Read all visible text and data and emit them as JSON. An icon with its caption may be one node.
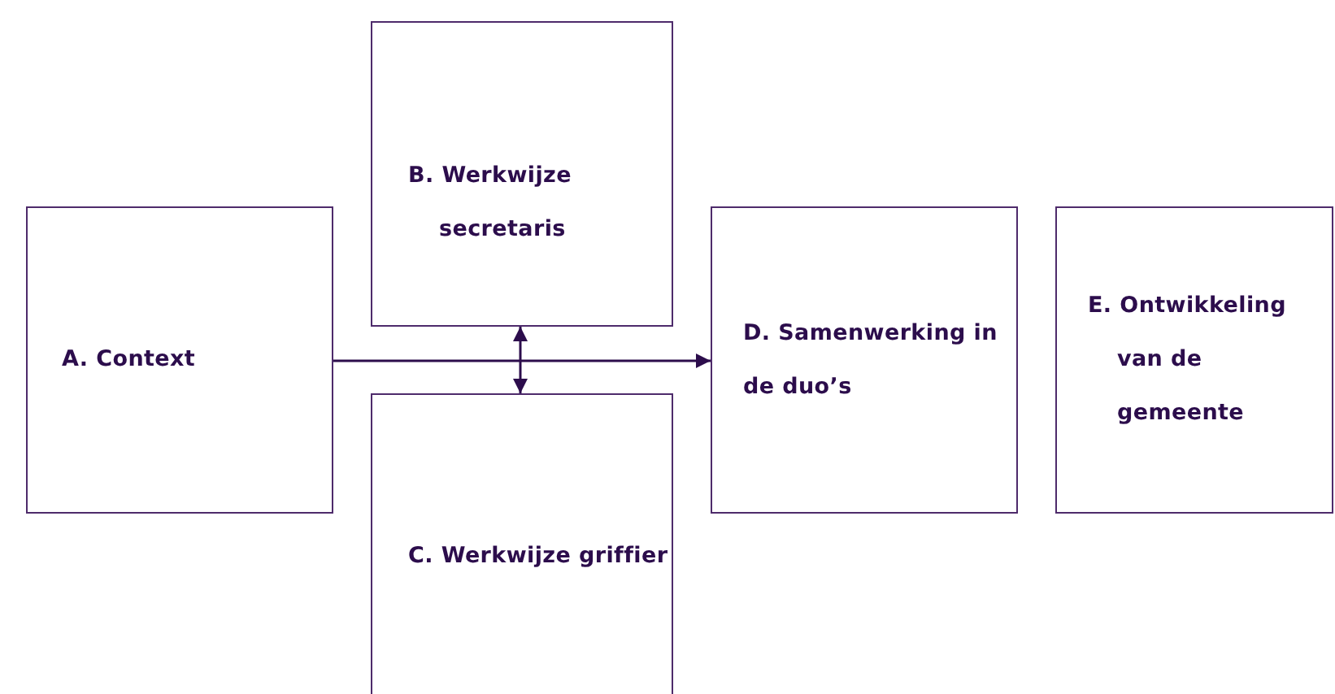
{
  "diagram": {
    "nodes": [
      {
        "text": [
          "A. Context"
        ]
      },
      {
        "text": [
          "B. Werkwijze secretaris"
        ]
      },
      {
        "text": [
          "C. Werkwijze griffier"
        ]
      },
      {
        "text": [
          "D. Samenwerking in de duo’s"
        ]
      },
      {
        "text": [
          "E. Ontwikkeling van de gemeente"
        ]
      }
    ],
    "edges": [
      {
        "from": 0,
        "to": 3,
        "arrow": "to"
      },
      {
        "from": 1,
        "to": 2,
        "arrow": "both"
      }
    ]
  }
}
